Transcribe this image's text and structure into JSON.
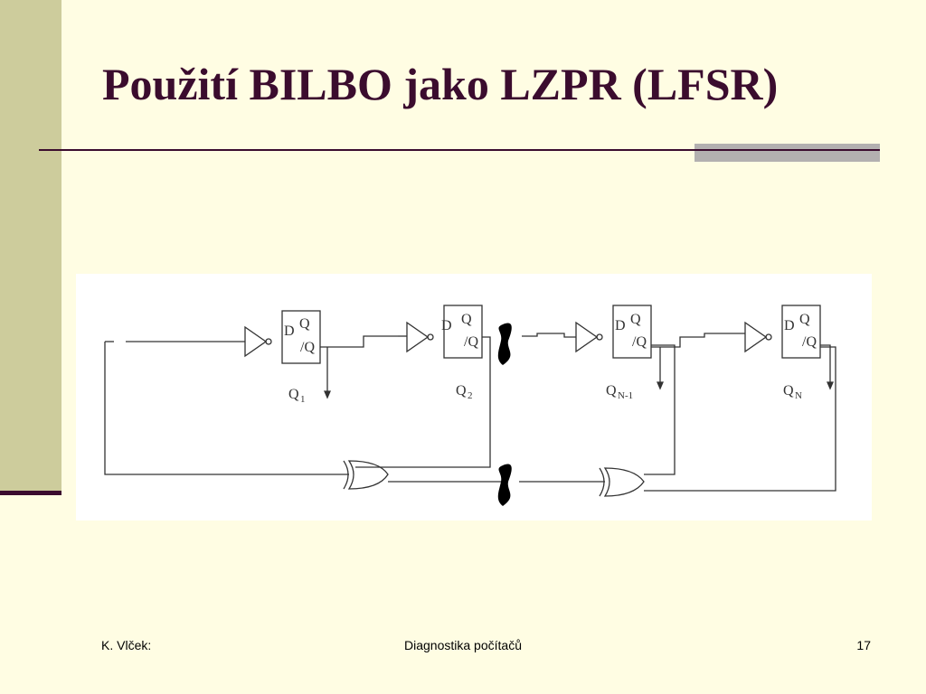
{
  "slide": {
    "title": "Použití BILBO jako LZPR (LFSR)",
    "footer": {
      "author": "K. Vlček:",
      "course": "Diagnostika počítačů",
      "page": "17"
    }
  },
  "diagram": {
    "flipflops": [
      {
        "d": "D",
        "q": "Q",
        "nq": "/Q",
        "output_main": "Q",
        "output_sub": "1"
      },
      {
        "d": "D",
        "q": "Q",
        "nq": "/Q",
        "output_main": "Q",
        "output_sub": "2"
      },
      {
        "d": "D",
        "q": "Q",
        "nq": "/Q",
        "output_main": "Q",
        "output_sub": "N-1"
      },
      {
        "d": "D",
        "q": "Q",
        "nq": "/Q",
        "output_main": "Q",
        "output_sub": "N"
      }
    ]
  },
  "colors": {
    "background": "#fffde3",
    "side_bar": "#cdcc9c",
    "accent": "#3b0c2e",
    "rule_block": "#b3b0b0"
  }
}
